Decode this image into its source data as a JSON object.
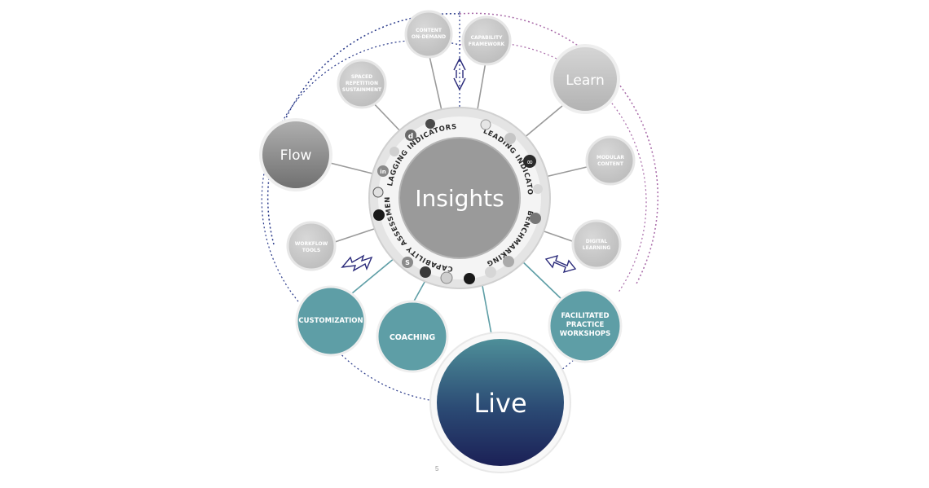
{
  "center": {
    "label": "Insights"
  },
  "ring_labels": {
    "lagging": "LAGGING INDICATORS",
    "leading": "LEADING INDICATORS",
    "benchmarking": "BENCHMARKING",
    "capability": "CAPABILITY ASSESSMENT"
  },
  "nodes": {
    "flow": "Flow",
    "learn": "Learn",
    "live": "Live",
    "content_line1": "CONTENT",
    "content_line2": "ON-DEMAND",
    "capability_line1": "CAPABILITY",
    "capability_line2": "FRAMEWORK",
    "spaced_line1": "SPACED",
    "spaced_line2": "REPETITION",
    "spaced_line3": "SUSTAINMENT",
    "modular_line1": "MODULAR",
    "modular_line2": "CONTENT",
    "digital_line1": "DIGITAL",
    "digital_line2": "LEARNING",
    "workflow_line1": "WORKFLOW",
    "workflow_line2": "TOOLS",
    "customization": "CUSTOMIZATION",
    "coaching": "COACHING",
    "facilitated_line1": "FACILITATED",
    "facilitated_line2": "PRACTICE",
    "facilitated_line3": "WORKSHOPS"
  },
  "icons": [
    "d",
    "in",
    "S",
    "∞"
  ],
  "page_number": "5",
  "colors": {
    "gray_node": "#c8c8c8",
    "dark_gray_node": "#8f8f8f",
    "teal_node": "#5e9ea6",
    "live_top": "#4a8a96",
    "live_bottom": "#1d2358",
    "center": "#9a9a9a",
    "dotted_blue": "#2a3a8a",
    "dotted_purple": "#a86aa8"
  }
}
